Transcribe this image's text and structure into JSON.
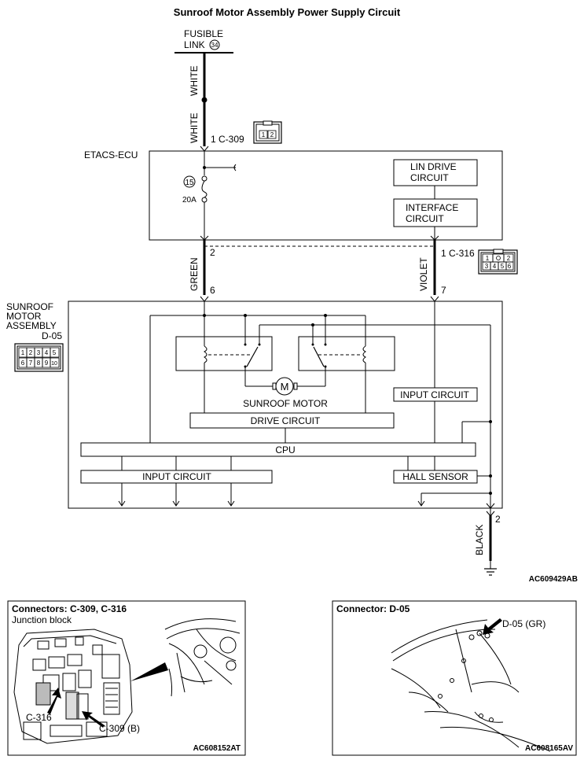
{
  "title": "Sunroof Motor Assembly Power Supply Circuit",
  "fusible_link": {
    "line1": "FUSIBLE",
    "line2": "LINK",
    "number": "34"
  },
  "wires": {
    "top_upper": "WHITE",
    "top_lower": "WHITE",
    "left": "GREEN",
    "right": "VIOLET",
    "ground": "BLACK"
  },
  "pins": {
    "c309": "1 C-309",
    "green_ecu": "2",
    "green_motor": "6",
    "c316": "1 C-316",
    "violet_motor": "7",
    "ground": "2"
  },
  "etacs": {
    "label": "ETACS-ECU",
    "fuse_number": "15",
    "fuse_rating": "20A",
    "lin_line1": "LIN DRIVE",
    "lin_line2": "CIRCUIT",
    "iface_line1": "INTERFACE",
    "iface_line2": "CIRCUIT"
  },
  "connector_c309": {
    "pins": [
      "1",
      "2"
    ]
  },
  "connector_c316": {
    "pins": [
      "1",
      "",
      "2",
      "3",
      "4",
      "5",
      "6"
    ]
  },
  "connector_d05": {
    "pins": [
      "1",
      "2",
      "3",
      "4",
      "5",
      "6",
      "7",
      "8",
      "9",
      "10"
    ]
  },
  "assembly": {
    "line1": "SUNROOF",
    "line2": "MOTOR",
    "line3": "ASSEMBLY",
    "connector": "D-05",
    "motor_symbol": "M",
    "motor_label": "SUNROOF MOTOR",
    "drive_circuit": "DRIVE CIRCUIT",
    "cpu": "CPU",
    "input_circuit_left": "INPUT CIRCUIT",
    "input_circuit_right": "INPUT CIRCUIT",
    "hall_sensor": "HALL SENSOR"
  },
  "code_top": "AC609429AB",
  "panel_left": {
    "title": "Connectors: C-309, C-316",
    "subtitle": "Junction block",
    "label_c316": "C-316",
    "label_c309": "C-309 (B)",
    "code": "AC608152AT"
  },
  "panel_right": {
    "title": "Connector: D-05",
    "label_d05": "D-05 (GR)",
    "code": "AC608165AV"
  }
}
